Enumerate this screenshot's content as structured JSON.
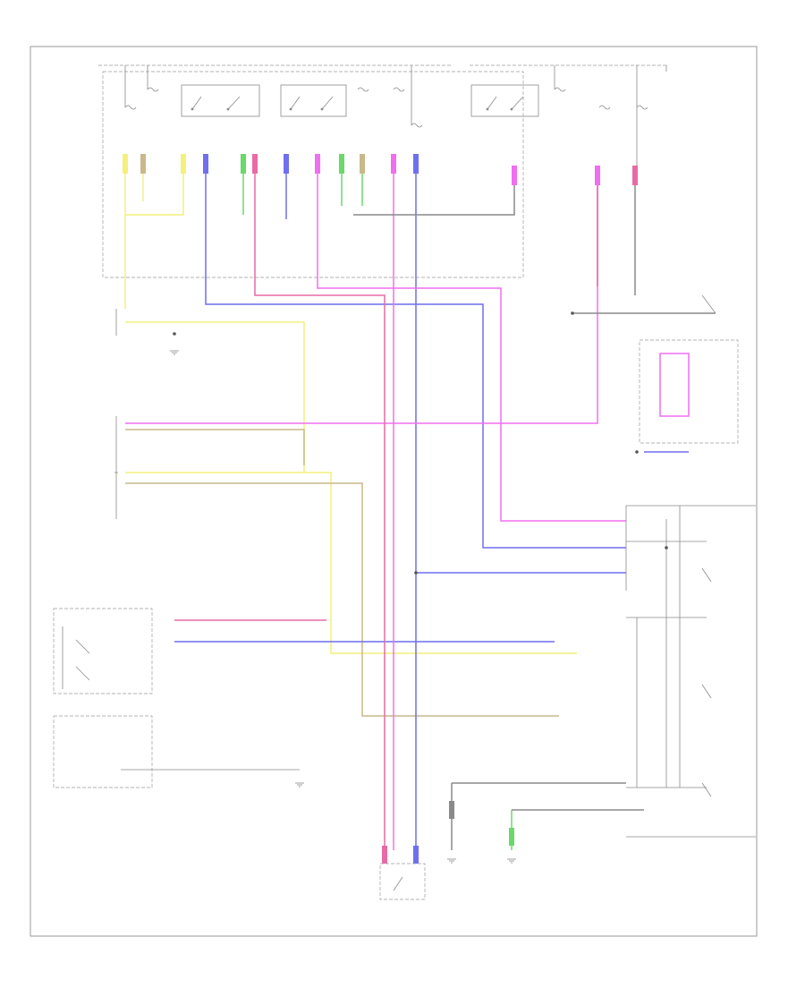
{
  "diagram": {
    "colors": {
      "yellow": "#f4f07a",
      "blue": "#6f6ff0",
      "magenta": "#f06ef0",
      "pink": "#e86aa6",
      "green": "#6ad86a",
      "olive": "#c9b98a",
      "gray": "#8a8a8a"
    },
    "relays": [
      {
        "id": "relay-1"
      },
      {
        "id": "relay-2"
      },
      {
        "id": "relay-3"
      }
    ],
    "modules": [
      {
        "id": "power-distribution-box"
      },
      {
        "id": "body-control-module"
      },
      {
        "id": "wiper-control-module"
      },
      {
        "id": "wiper-motor"
      },
      {
        "id": "multifunction-switch"
      },
      {
        "id": "washer-pump"
      }
    ],
    "ground_count": 4,
    "connector_count": 26,
    "footer_id": ""
  }
}
